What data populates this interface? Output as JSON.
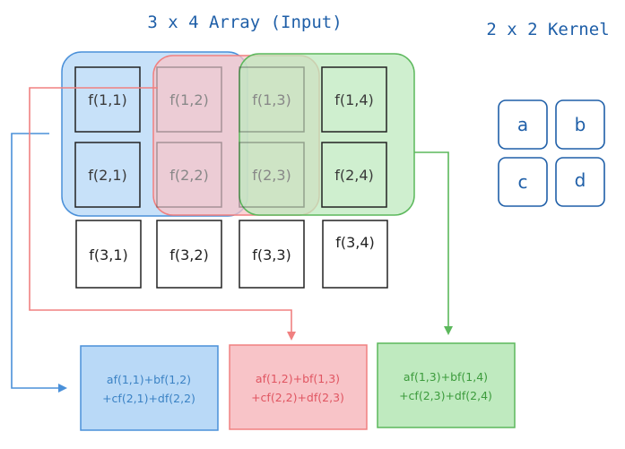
{
  "input_title": "3 x 4 Array (Input)",
  "kernel_title": "2 x 2 Kernel",
  "input": {
    "rows": [
      [
        "f(1,1)",
        "f(1,2)",
        "f(1,3)",
        "f(1,4)"
      ],
      [
        "f(2,1)",
        "f(2,2)",
        "f(2,3)",
        "f(2,4)"
      ],
      [
        "f(3,1)",
        "f(3,2)",
        "f(3,3)",
        "f(3,4)"
      ]
    ]
  },
  "kernel": [
    [
      "a",
      "b"
    ],
    [
      "c",
      "d"
    ]
  ],
  "outputs": [
    {
      "line1": "af(1,1)+bf(1,2)",
      "line2": "+cf(2,1)+df(2,2)"
    },
    {
      "line1": "af(1,2)+bf(1,3)",
      "line2": "+cf(2,2)+df(2,3)"
    },
    {
      "line1": "af(1,3)+bf(1,4)",
      "line2": "+cf(2,3)+df(2,4)"
    }
  ],
  "colors": {
    "blue_stroke": "#4a90d9",
    "blue_fill": "#b9d9f7",
    "blue_text": "#3b82c4",
    "red_stroke": "#f08080",
    "red_fill": "#f8c4c8",
    "red_text": "#e05561",
    "green_stroke": "#5cb85c",
    "green_fill": "#bfeabf",
    "green_text": "#3c9b3c",
    "kernel_stroke": "#1f5fa8"
  }
}
